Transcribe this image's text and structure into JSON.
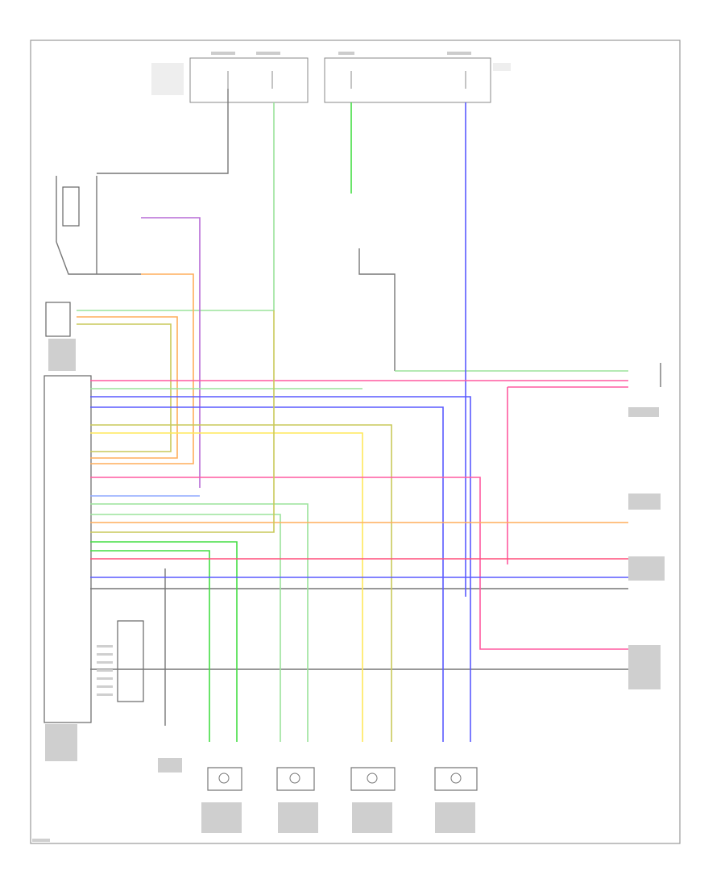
{
  "diagram": {
    "footer_code": "",
    "wire_colors": {
      "green": "#44dd44",
      "light_green": "#9be39b",
      "blue": "#5a5aff",
      "pink": "#ff5aa0",
      "red_pink": "#ff4f7a",
      "orange": "#ffae5c",
      "yellow": "#ffe85a",
      "olive": "#c9c95a",
      "grey": "#888888",
      "purple": "#b76bd6",
      "light_blue": "#8fa8ff"
    },
    "components": [
      {
        "id": "fuse-box-left",
        "label": ""
      },
      {
        "id": "fuse-box-right",
        "label": ""
      },
      {
        "id": "abs-motor-relay",
        "label": ""
      },
      {
        "id": "brake-switch",
        "label": ""
      },
      {
        "id": "abs-control-unit",
        "label": ""
      },
      {
        "id": "data-link-connector",
        "label": ""
      },
      {
        "id": "left-front-sensor",
        "label": ""
      },
      {
        "id": "right-front-sensor",
        "label": ""
      },
      {
        "id": "left-rear-sensor",
        "label": ""
      },
      {
        "id": "right-rear-sensor",
        "label": ""
      }
    ]
  }
}
